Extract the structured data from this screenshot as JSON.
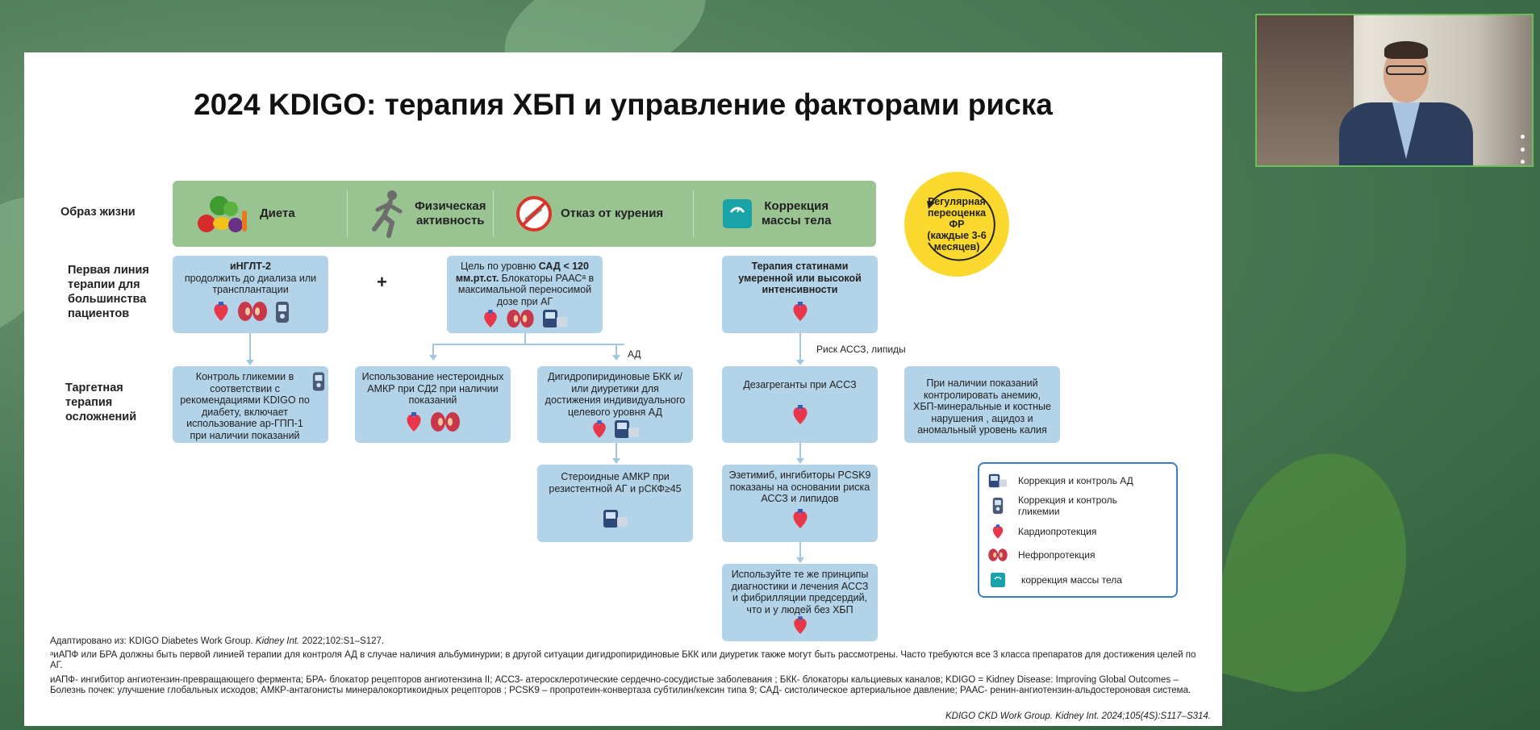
{
  "title": "2024 KDIGO: терапия ХБП и управление факторами риска",
  "row_labels": {
    "lifestyle": "Образ жизни",
    "first_line": [
      "Первая линия",
      "терапии для",
      "большинства",
      "пациентов"
    ],
    "targeted": [
      "Таргетная",
      "терапия",
      "осложнений"
    ]
  },
  "lifestyle": {
    "diet": "Диета",
    "activity": [
      "Физическая",
      "активность"
    ],
    "smoking": "Отказ от курения",
    "weight": [
      "Коррекция",
      "массы тела"
    ]
  },
  "reassess": [
    "Регулярная",
    "переоценка",
    "ФР",
    "(каждые 3-6",
    "месяцев)"
  ],
  "first_line": {
    "sglt2_title": "иНГЛТ-2",
    "sglt2_text": "продолжить до диализа или трансплантации",
    "plus": "+",
    "bp_prefix": "Цель по уровню ",
    "bp_sad": "САД",
    "bp_target": "< 120 мм.рт.ст.",
    "bp_rest": " Блокаторы РААСᵃ в максимальной переносимой дозе при АГ",
    "statin": "Терапия статинами умеренной или высокой интенсивности"
  },
  "edge_labels": {
    "bp": "АД",
    "ascvd": "Риск АССЗ, липиды"
  },
  "targeted": {
    "glycemia": "Контроль гликемии в соответствии с рекомендациями KDIGO по диабету, включает использование ар-ГПП-1 при наличии показаний",
    "nsmra": "Использование нестероидных АМКР при СД2 при наличии показаний",
    "dhp": "Дигидропиридиновые БКК и/или диуретики для достижения индивидуального целевого уровня АД",
    "antiplatelet": "Дезагреганты при АССЗ",
    "anemia": "При наличии показаний контролировать анемию, ХБП-минеральные и костные нарушения , ацидоз и аномальный уровень калия",
    "smra": "Стероидные АМКР при резистентной АГ и рСКФ≥45",
    "ezetimibe": "Эзетимиб, ингибиторы PCSK9 показаны на основании риска АССЗ и липидов",
    "afib": "Используйте те же принципы диагностики и лечения АССЗ и фибрилляции предсердий, что и у людей без ХБП"
  },
  "legend": [
    {
      "icon": "bp-monitor-icon",
      "label": "Коррекция и контроль АД"
    },
    {
      "icon": "glucometer-icon",
      "label": "Коррекция и контроль гликемии"
    },
    {
      "icon": "heart-icon",
      "label": "Кардиопротекция"
    },
    {
      "icon": "kidney-icon",
      "label": "Нефропротекция"
    },
    {
      "icon": "scale-icon",
      "label": "коррекция массы тела"
    }
  ],
  "footnotes": {
    "adapted_prefix": "Адаптировано из: KDIGO Diabetes Work Group. ",
    "adapted_journal": "Kidney Int.",
    "adapted_suffix": " 2022;102:S1–S127.",
    "note_a": "ᵃиАПФ или БРА должны быть первой линией терапии для контроля АД в случае наличия альбуминурии; в другой ситуации дигидропиридиновые БКК или диуретик также могут быть рассмотрены. Часто требуются все   3 класса препаратов для достижения целей по АГ.",
    "abbrev": "иАПФ- ингибитор ангиотензин-превращающего фермента; БРА- блокатор рецепторов ангиотензина II; АССЗ- атеросклеротические сердечно-сосудистые заболевания ; БКК- блокаторы кальциевых каналов; KDIGO = Kidney Disease: Improving Global Outcomes – Болезнь почек: улучшение глобальных исходов; АМКР-антагонисты минералокортикоидных рецепторов ; PCSK9 – пропротеин-конвертаза субтилин/кексин типа 9; САД- систолическое артериальное давление; РААС- ренин-ангиотензин-альдостероновая система.",
    "citation": "KDIGO CKD Work Group. Kidney Int. 2024;105(4S):S117–S314."
  },
  "colors": {
    "lifestyle_band": "#99c391",
    "box_fill": "#b2d3e8",
    "reassess_circle": "#fbd82d",
    "legend_border": "#3a7fc1"
  }
}
